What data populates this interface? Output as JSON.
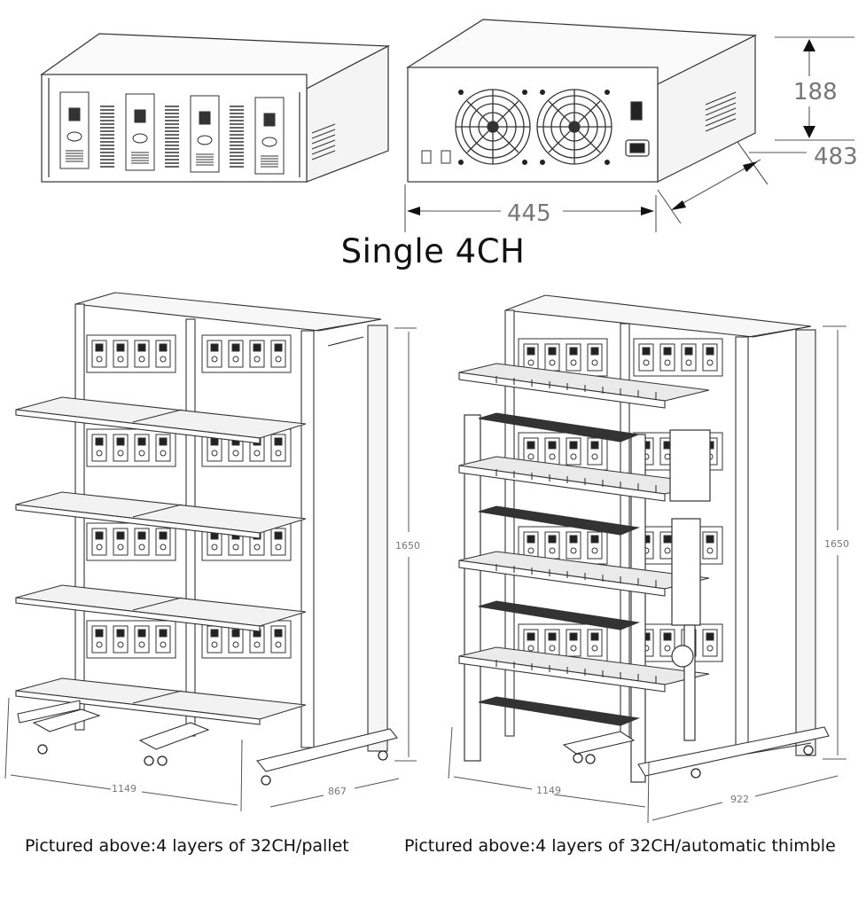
{
  "title": "Single 4CH",
  "dimensions_top": {
    "height": "188",
    "depth": "483",
    "width": "445"
  },
  "dimensions_left": {
    "height": "1650",
    "width": "1149",
    "depth": "867"
  },
  "dimensions_right": {
    "height": "1650",
    "width": "1149",
    "depth": "922"
  },
  "captions": {
    "left": "Pictured above:4 layers of 32CH/pallet",
    "right": "Pictured above:4 layers of 32CH/automatic thimble"
  }
}
